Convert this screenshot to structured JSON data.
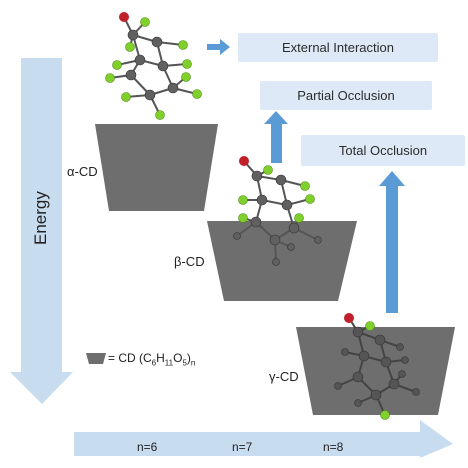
{
  "boxes": {
    "external": "External Interaction",
    "partial": "Partial Occlusion",
    "total": "Total Occlusion"
  },
  "cd_labels": {
    "alpha": "α-CD",
    "beta": "β-CD",
    "gamma": "γ-CD"
  },
  "axis": {
    "vertical": "Energy",
    "n_values": [
      "n=6",
      "n=7",
      "n=8"
    ]
  },
  "legend": {
    "prefix": "= CD (C",
    "sub1": "6",
    "mid1": "H",
    "sub2": "11",
    "mid2": "O",
    "sub3": "5",
    "mid3": ")",
    "sub4": "n"
  },
  "colors": {
    "arrow": "#c8dcf0",
    "arrow_strong": "#6a9fd4",
    "box": "#dde9f6",
    "cd": "#6e6e6e",
    "chlorine": "#7fd02b",
    "oxygen": "#c0202a",
    "carbon": "#606060"
  }
}
